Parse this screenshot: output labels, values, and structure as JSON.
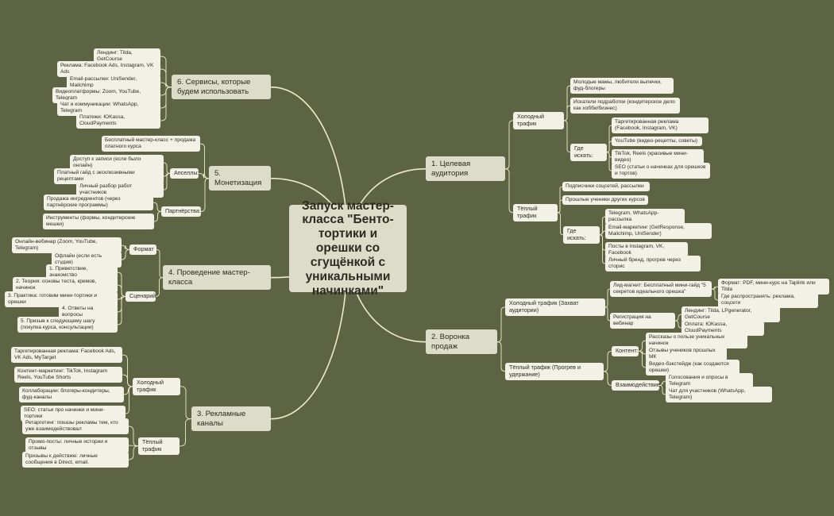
{
  "root": "Запуск мастер-класса \"Бенто-тортики и орешки со сгущёнкой с уникальными начинками\"",
  "audience": {
    "title": "1. Целевая аудитория",
    "cold": {
      "label": "Холодный трафик",
      "items": [
        "Молодые мамы, любители выпечки, фуд-блогеры",
        "Искатели подработки (кондитерское дело как хобби/бизнес)"
      ],
      "where": {
        "label": "Где искать:",
        "items": [
          "Таргетированная реклама (Facebook, Instagram, VK)",
          "YouTube (видео-рецепты, советы)",
          "TikTok, Reels (красивые мини-видео)",
          "SEO (статьи о начинках для орешков и тортов)"
        ]
      }
    },
    "warm": {
      "label": "Тёплый трафик",
      "items": [
        "Подписчики соцсетей, рассылки",
        "Прошлые ученики других курсов"
      ],
      "where": {
        "label": "Где искать:",
        "items": [
          "Telegram, WhatsApp-рассылка",
          "Email-маркетинг (GetResponse, Mailchimp, UniSender)",
          "Посты в Instagram, VK, Facebook",
          "Личный бренд, прогрев через сторис"
        ]
      }
    }
  },
  "funnel": {
    "title": "2. Воронка продаж",
    "cold": {
      "label": "Холодный трафик (Захват аудитории)",
      "lead": {
        "label": "Лид-магнит: Бесплатный мини-гайд \"5 секретов идеального орешка\"",
        "items": [
          "Формат: PDF, мини-курс на Taplink или Tilda",
          "Где распространять: реклама, соцсети"
        ]
      },
      "webinar": {
        "label": "Регистрация на вебинар",
        "items": [
          "Лендинг: Tilda, LPgenerator, GetCourse",
          "Оплата: ЮKassa, CloudPayments"
        ]
      }
    },
    "warm": {
      "label": "Тёплый трафик (Прогрев и удержание)",
      "content": {
        "label": "Контент:",
        "items": [
          "Рассказы о пользе уникальных начинок",
          "Отзывы учеников прошлых МК",
          "Видео-бэкстейдж (как создаются орешки)"
        ]
      },
      "interact": {
        "label": "Взаимодействие:",
        "items": [
          "Голосования и опросы в Telegram",
          "Чат для участников (WhatsApp, Telegram)"
        ]
      }
    }
  },
  "ads": {
    "title": "3. Рекламные каналы",
    "cold": {
      "label": "Холодный трафик",
      "items": [
        "Таргетированная реклама: Facebook Ads, VK Ads, MyTarget",
        "Контент-маркетинг: TikTok, Instagram Reels, YouTube Shorts",
        "Коллаборации: блогеры-кондитеры, фуд-каналы",
        "SEO: статьи про начинки и мини-тортики"
      ]
    },
    "warm": {
      "label": "Тёплый трафик",
      "items": [
        "Ретаргетинг: показы рекламы тем, кто уже взаимодействовал",
        "Промо-посты: личные истории и отзывы",
        "Призывы к действию: личные сообщения в Direct, email."
      ]
    }
  },
  "masterclass": {
    "title": "4. Проведение мастер-класса",
    "format": {
      "label": "Формат",
      "items": [
        "Онлайн-вебинар (Zoom, YouTube, Telegram)",
        "Офлайн (если есть студия)"
      ]
    },
    "scenario": {
      "label": "Сценарий",
      "items": [
        "1. Приветствие, знакомство",
        "2. Теория: основы теста, кремов, начинок",
        "3. Практика: готовим мини-тортики и орешки",
        "4. Ответы на вопросы",
        "5. Призыв к следующему шагу (покупка курса, консультации)"
      ]
    }
  },
  "monetization": {
    "title": "5. Монетизация",
    "items": [
      "Бесплатный мастер-класс + продажа платного курса"
    ],
    "upsell": {
      "label": "Апселлы:",
      "items": [
        "Доступ к записи (если было онлайн)",
        "Платный гайд с эксклюзивными рецептами",
        "Личный разбор работ участников"
      ]
    },
    "partners": {
      "label": "Партнёрства:",
      "items": [
        "Продажа ингредиентов (через партнёрские программы)",
        "Инструменты (формы, кондитерские мешки)"
      ]
    }
  },
  "services": {
    "title": "6. Сервисы, которые будем использовать",
    "items": [
      "Лендинг: Tilda, GetCourse",
      "Реклама: Facebook Ads, Instagram, VK Ads",
      "Email-рассылки: UniSender, Mailchimp",
      "Видеоплатформы: Zoom, YouTube, Telegram",
      "Чат и коммуникации: WhatsApp, Telegram",
      "Платежи: ЮKassa, CloudPayments"
    ]
  },
  "colors": {
    "background": "#5d6444",
    "node": "#f3f1e6",
    "branch": "#dcdcc8",
    "line": "#eeeac8"
  }
}
